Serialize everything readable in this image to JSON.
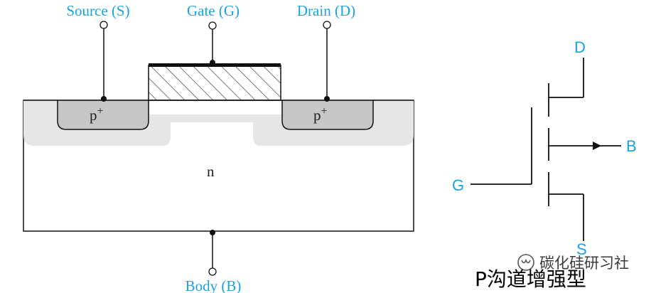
{
  "cross_section": {
    "source_label": "Source (S)",
    "gate_label": "Gate (G)",
    "drain_label": "Drain (D)",
    "body_label": "Body (B)",
    "source_region": "p+",
    "drain_region": "p+",
    "substrate_region": "n"
  },
  "symbol": {
    "drain": "D",
    "bulk": "B",
    "gate": "G",
    "source": "S"
  },
  "caption": "P沟道增强型",
  "watermark": "碳化硅研习社",
  "colors": {
    "label_blue": "#1aa3e0",
    "line": "#111111",
    "implant": "#c6c6c6",
    "depletion": "#e6e6e6"
  }
}
